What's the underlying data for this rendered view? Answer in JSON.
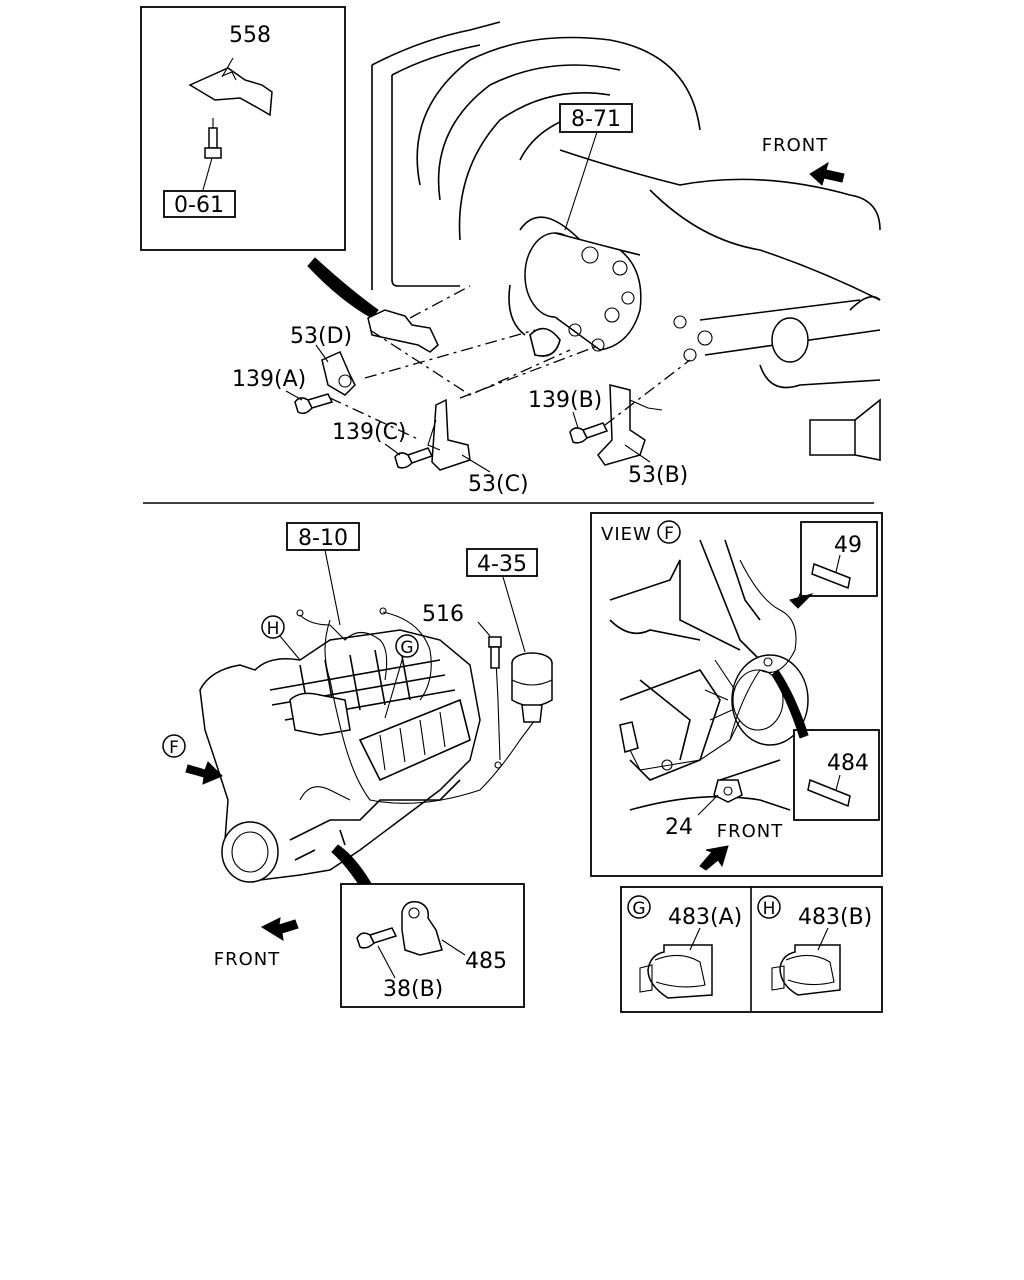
{
  "top_section": {
    "inset": {
      "part_558": "558",
      "ref_0_61": "0-61"
    },
    "ref_8_71": "8-71",
    "front_label": "FRONT",
    "part_53d": "53(D)",
    "part_139a": "139(A)",
    "part_139c": "139(C)",
    "part_139b": "139(B)",
    "part_53c": "53(C)",
    "part_53b": "53(B)"
  },
  "bottom_left": {
    "ref_8_10": "8-10",
    "ref_4_35": "4-35",
    "part_516": "516",
    "callout_h": "H",
    "callout_g": "G",
    "callout_f": "F",
    "front_label": "FRONT",
    "inset": {
      "part_485": "485",
      "part_38b": "38(B)"
    }
  },
  "view_f": {
    "title": "VIEW",
    "title_callout": "F",
    "part_49": "49",
    "part_484": "484",
    "part_24": "24",
    "front_label": "FRONT"
  },
  "clips": {
    "g_callout": "G",
    "g_part": "483(A)",
    "h_callout": "H",
    "h_part": "483(B)"
  }
}
